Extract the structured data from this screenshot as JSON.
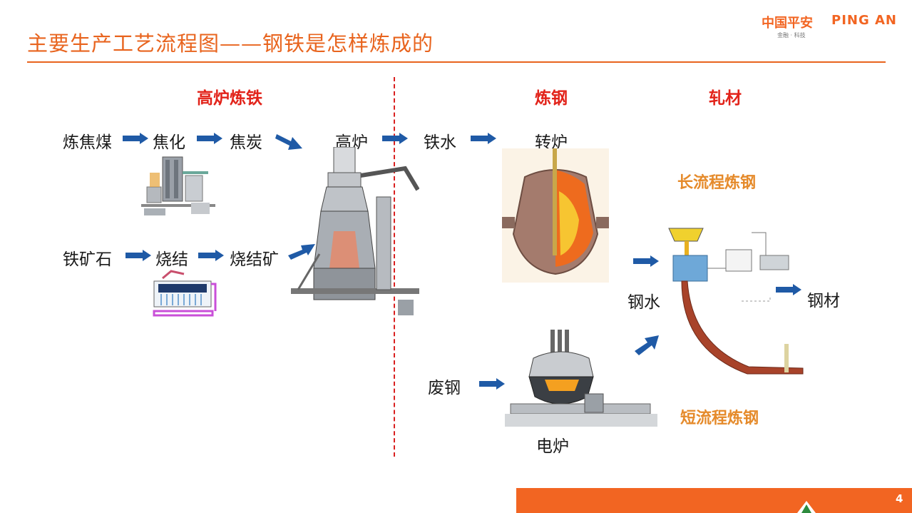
{
  "header": {
    "title": "主要生产工艺流程图——钢铁是怎样炼成的",
    "logo_cn": "中国平安",
    "logo_en": "PING AN",
    "logo_sub": "金融 · 科技"
  },
  "sections": {
    "blast_iron": "高炉炼铁",
    "steelmaking": "炼钢",
    "rolling": "轧材",
    "long_process": "长流程炼钢",
    "short_process": "短流程炼钢"
  },
  "labels": {
    "coking_coal": "炼焦煤",
    "coking": "焦化",
    "coke": "焦炭",
    "iron_ore": "铁矿石",
    "sintering": "烧结",
    "sinter": "烧结矿",
    "blast_furnace": "高炉",
    "molten_iron": "铁水",
    "converter": "转炉",
    "molten_steel": "钢水",
    "steel_product": "钢材",
    "scrap_steel": "废钢",
    "electric_furnace": "电炉"
  },
  "page_number": "4",
  "colors": {
    "accent": "#e8641e",
    "section_red": "#e2231a",
    "section_orange": "#e58a2a",
    "arrow_blue": "#1f5aa6",
    "footer": "#f26522"
  }
}
